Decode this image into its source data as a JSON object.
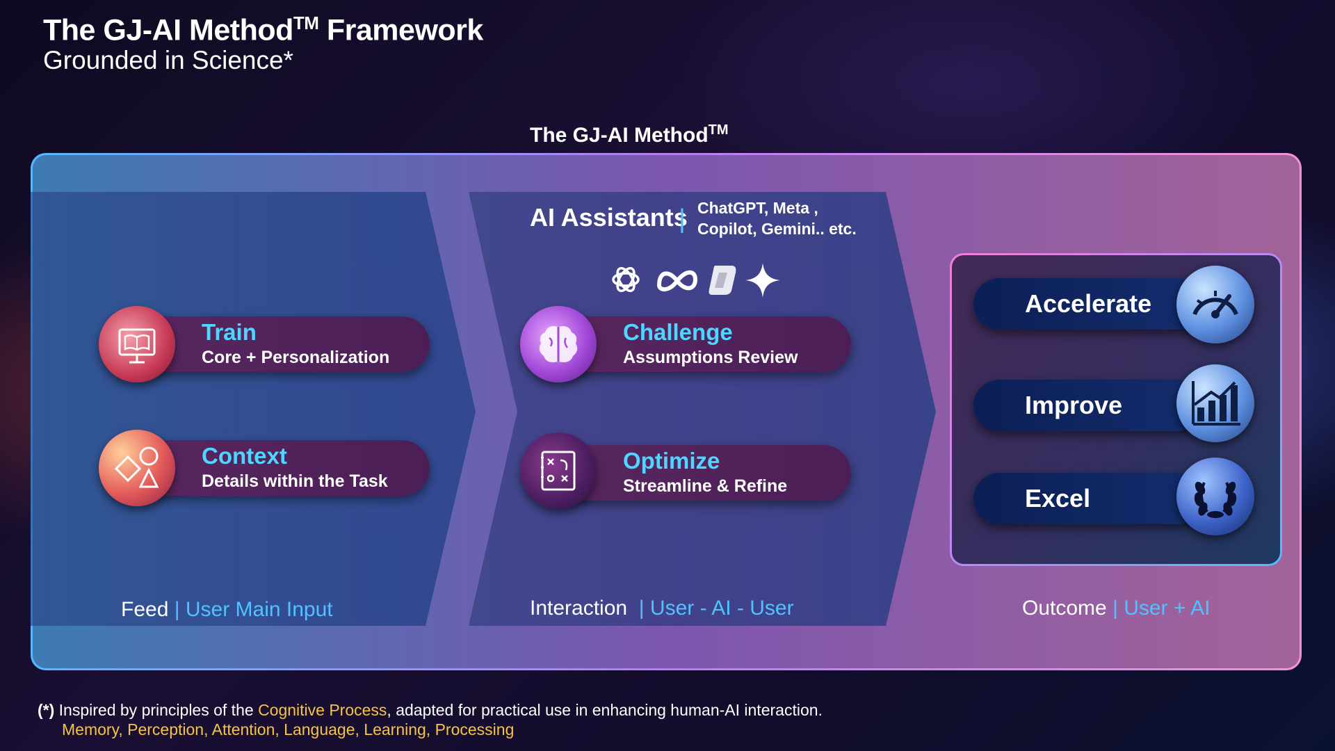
{
  "header": {
    "title": "The GJ-AI Method",
    "title_tm": "TM",
    "title_suffix": "Framework",
    "subtitle": "Grounded in Science*"
  },
  "method_label": {
    "text": "The GJ-AI Method",
    "tm": "TM"
  },
  "feed": {
    "steps": [
      {
        "title": "Train",
        "subtitle": "Core + Personalization",
        "icon": "monitor-book-icon"
      },
      {
        "title": "Context",
        "subtitle": "Details within the Task",
        "icon": "shapes-icon"
      }
    ],
    "stage_label": "Feed",
    "stage_sep": "|",
    "stage_highlight": "User Main Input"
  },
  "interaction": {
    "ai_title": "AI Assistants",
    "ai_sep": "|",
    "ai_line1": "ChatGPT, Meta ,",
    "ai_line2": "Copilot, Gemini.. etc.",
    "logos": [
      "chatgpt-logo-icon",
      "meta-logo-icon",
      "copilot-logo-icon",
      "gemini-sparkle-icon"
    ],
    "steps": [
      {
        "title": "Challenge",
        "subtitle": "Assumptions Review",
        "icon": "brain-icon"
      },
      {
        "title": "Optimize",
        "subtitle": "Streamline & Refine",
        "icon": "strategy-board-icon"
      }
    ],
    "stage_label": "Interaction",
    "stage_sep": "|",
    "stage_highlight": "User - AI - User"
  },
  "outcome": {
    "items": [
      {
        "label": "Accelerate",
        "icon": "speedometer-icon"
      },
      {
        "label": "Improve",
        "icon": "bar-chart-growth-icon"
      },
      {
        "label": "Excel",
        "icon": "laurel-wreath-icon"
      }
    ],
    "stage_label": "Outcome",
    "stage_sep": "|",
    "stage_highlight": "User + AI"
  },
  "footnote": {
    "marker": "(*)",
    "text_before": "Inspired by principles of the",
    "highlight": "Cognitive Process",
    "text_after": ", adapted for practical use in enhancing human-AI interaction.",
    "line2": "Memory, Perception, Attention, Language, Learning, Processing"
  },
  "colors": {
    "accent_cyan": "#4fd5ff",
    "accent_blue": "#4fc3ff",
    "footnote_yellow": "#f5c542",
    "pill_purple": "#5a2760",
    "outcome_pill_navy": "#0b1f55"
  }
}
